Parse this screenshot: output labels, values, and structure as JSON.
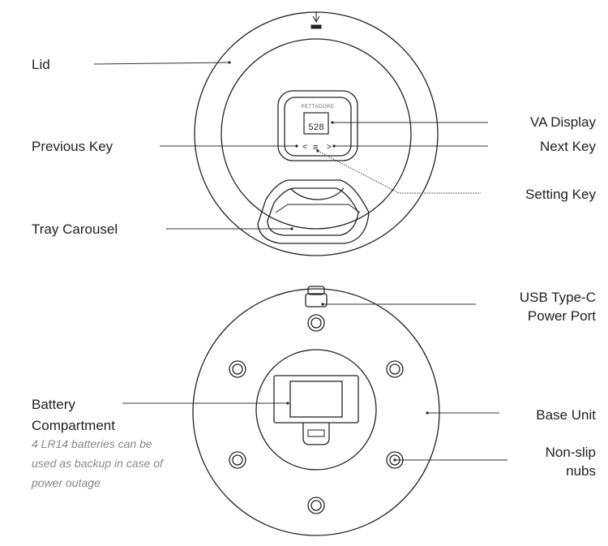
{
  "top_view": {
    "lid": "Lid",
    "previous_key": "Previous Key",
    "tray_carousel": "Tray Carousel",
    "va_display": "VA Display",
    "next_key": "Next Key",
    "setting_key": "Setting Key",
    "brand_text": "PETTADORE",
    "screen_reading": "528"
  },
  "bottom_view": {
    "usb_port": [
      "USB Type-C",
      "Power Port"
    ],
    "battery": [
      "Battery",
      "Compartment"
    ],
    "battery_note": [
      "4 LR14 batteries can be",
      "used as backup in case of",
      "power outage"
    ],
    "base_unit": "Base Unit",
    "nubs": [
      "Non-slip",
      "nubs"
    ]
  }
}
